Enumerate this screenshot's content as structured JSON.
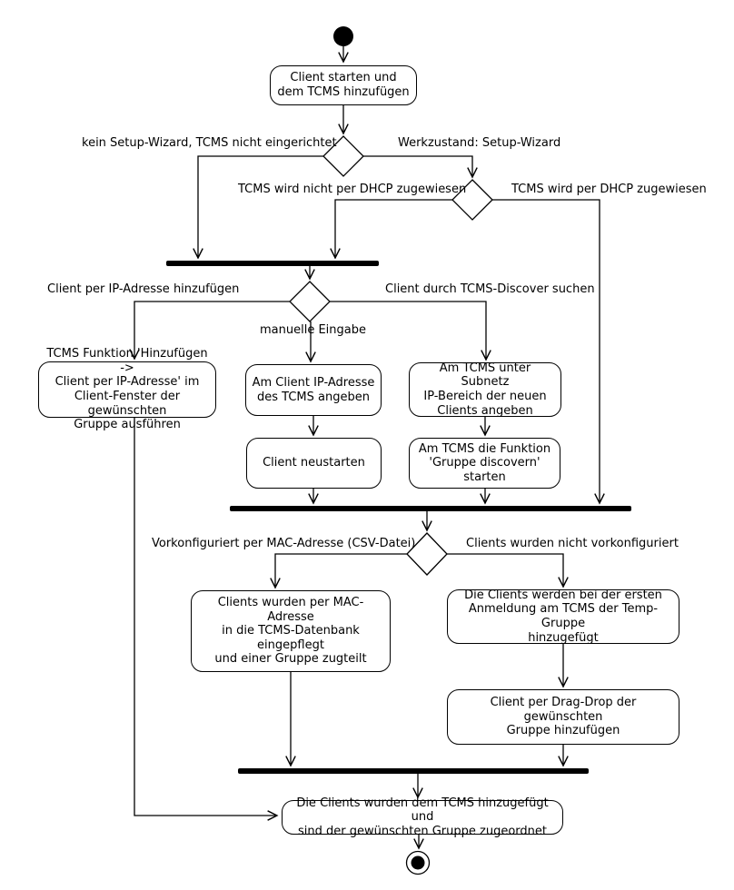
{
  "diagram": {
    "type": "uml-activity-diagram",
    "colors": {
      "line": "#000000",
      "background": "#ffffff",
      "node_fill": "#ffffff"
    },
    "nodes": {
      "client_starten": "Client starten und\ndem TCMS hinzufügen",
      "tcms_funktion_hinzufuegen": "TCMS Funktion 'Hinzufügen ->\nClient per IP-Adresse' im\nClient-Fenster der gewünschten\nGruppe ausführen",
      "am_client_ip": "Am Client IP-Adresse\ndes TCMS angeben",
      "am_tcms_subnetz": "Am TCMS unter Subnetz\nIP-Bereich der neuen\nClients angeben",
      "client_neustarten": "Client neustarten",
      "gruppe_discovern": "Am TCMS die Funktion\n'Gruppe discovern'\nstarten",
      "clients_mac": "Clients wurden per MAC-Adresse\nin die TCMS-Datenbank eingepflegt\nund einer Gruppe zugteilt",
      "clients_temp_gruppe": "Die Clients werden bei der ersten\nAnmeldung am TCMS der Temp-Gruppe\nhinzugefügt",
      "drag_drop": "Client per Drag-Drop der gewünschten\nGruppe hinzufügen",
      "final_result": "Die Clients wurden dem TCMS hinzugefügt und\nsind der gewünschten Gruppe zugeordnet"
    },
    "edge_labels": {
      "kein_setup_wizard": "kein Setup-Wizard, TCMS nicht eingerichtet",
      "werkzustand": "Werkzustand: Setup-Wizard",
      "dhcp_nicht": "TCMS wird nicht per DHCP zugewiesen",
      "dhcp": "TCMS wird per DHCP zugewiesen",
      "per_ip": "Client per IP-Adresse hinzufügen",
      "discover": "Client durch TCMS-Discover suchen",
      "manuelle_eingabe": "manuelle  Eingabe",
      "vorkonfiguriert": "Vorkonfiguriert per MAC-Adresse (CSV-Datei)",
      "nicht_vorkonfiguriert": "Clients wurden nicht vorkonfiguriert"
    }
  }
}
